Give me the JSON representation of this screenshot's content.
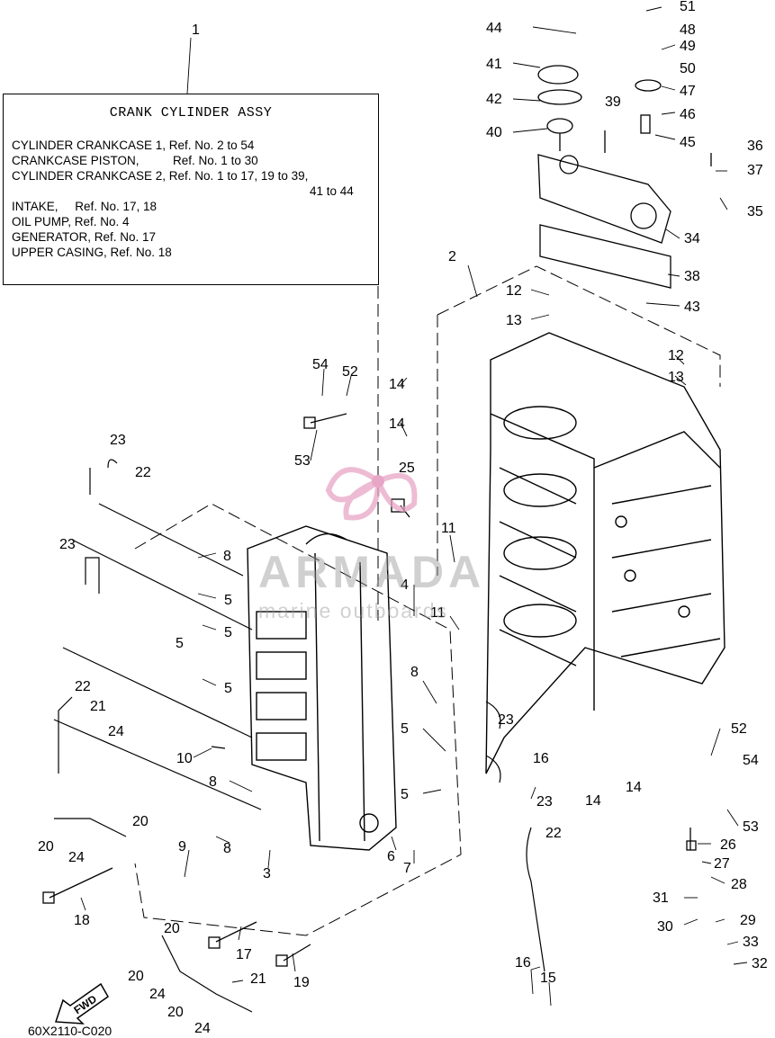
{
  "diagram": {
    "title": "CRANK CYLINDER ASSY",
    "title_callout": "1",
    "assy_lines": [
      "CYLINDER CRANKCASE 1, Ref. No. 2 to 54",
      "CRANKCASE PISTON,          Ref. No. 1 to 30",
      "CYLINDER CRANKCASE 2, Ref. No. 1 to 17, 19 to 39,",
      "41 to 44",
      "INTAKE,     Ref. No. 17, 18",
      "OIL PUMP, Ref. No. 4",
      "GENERATOR, Ref. No. 17",
      "UPPER CASING, Ref. No. 18"
    ],
    "drawing_code": "60X2110-C020",
    "fwd_label": "FWD",
    "watermark_brand": "ARMADA",
    "watermark_tagline": "marine outboards",
    "callouts": [
      "2",
      "3",
      "4",
      "5",
      "6",
      "7",
      "8",
      "9",
      "10",
      "11",
      "12",
      "13",
      "14",
      "15",
      "16",
      "17",
      "18",
      "19",
      "20",
      "21",
      "22",
      "23",
      "24",
      "25",
      "26",
      "27",
      "28",
      "29",
      "30",
      "31",
      "32",
      "33",
      "34",
      "35",
      "36",
      "37",
      "38",
      "39",
      "40",
      "41",
      "42",
      "43",
      "44",
      "45",
      "46",
      "47",
      "48",
      "49",
      "50",
      "51",
      "52",
      "53",
      "54"
    ]
  }
}
